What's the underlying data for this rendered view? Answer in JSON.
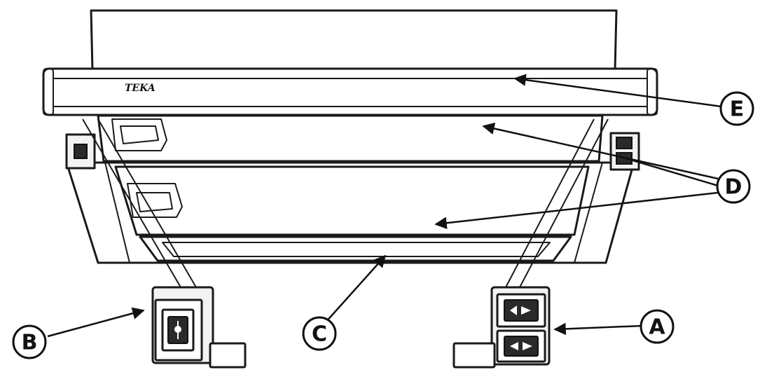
{
  "diagram": {
    "brand_mark": "TEKA",
    "callouts": [
      {
        "id": "A",
        "label": "A"
      },
      {
        "id": "B",
        "label": "B"
      },
      {
        "id": "C",
        "label": "C"
      },
      {
        "id": "D",
        "label": "D"
      },
      {
        "id": "E",
        "label": "E"
      }
    ],
    "icons": {
      "control_b": "light-bulb-icon",
      "control_a_top": "fan-speed-up-icon",
      "control_a_bottom": "fan-speed-down-icon"
    }
  }
}
